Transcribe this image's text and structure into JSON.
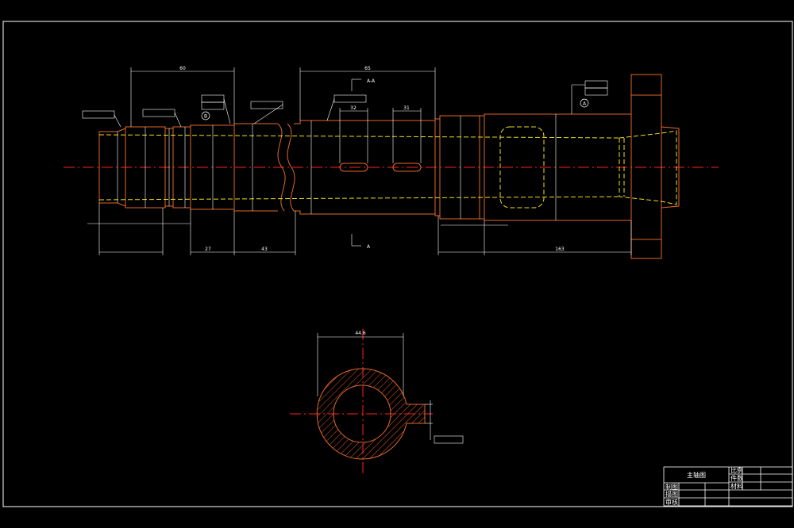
{
  "drawing": {
    "view_labels": {
      "section_view": "A-A",
      "section_mark": "A"
    },
    "datum_labels": [
      "A",
      "B"
    ],
    "dimensions": {
      "overall_top": "60",
      "top_right": "65",
      "key1": "32",
      "key2": "31",
      "section_width": "44.6",
      "bottom_left": "27",
      "bottom_mid": "43",
      "bottom_right": "163"
    }
  },
  "title_block": {
    "title": "主轴图",
    "ratio_label": "比例",
    "count_label": "件数",
    "material_label": "材料",
    "drafter_label": "制图",
    "designer_label": "描图",
    "checker_label": "审核"
  }
}
